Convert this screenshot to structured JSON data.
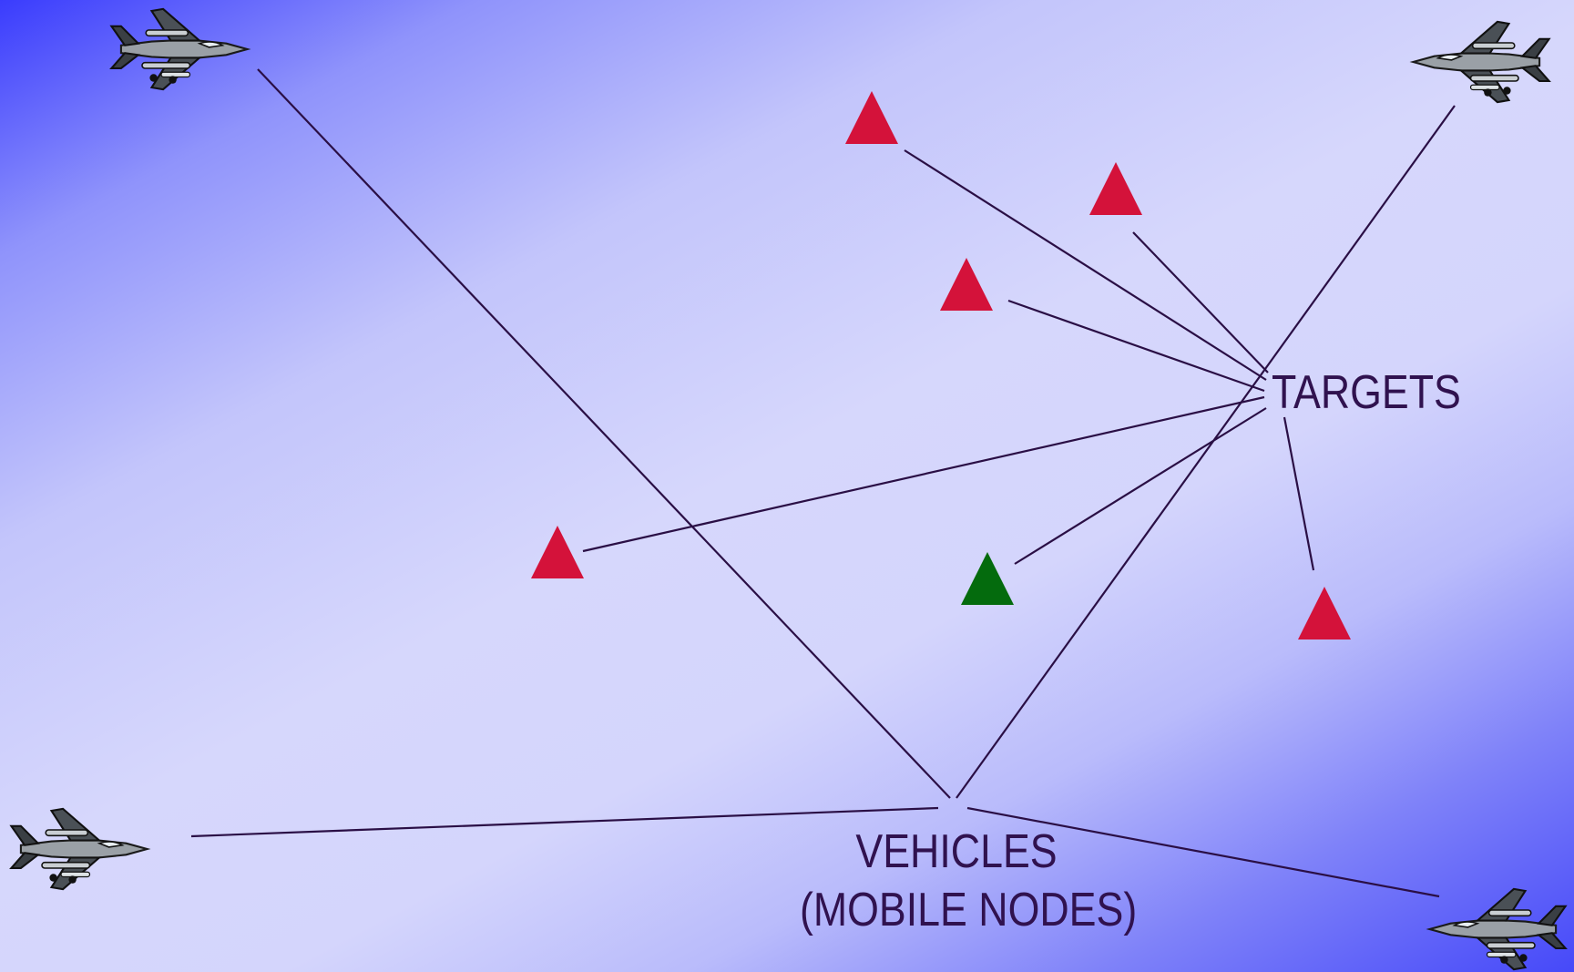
{
  "labels": {
    "targets": "TARGETS",
    "vehicles_line1": "VEHICLES",
    "vehicles_line2": "(MOBILE NODES)"
  },
  "colors": {
    "line": "#2a0f45",
    "target_red": "#d4123a",
    "target_green": "#046b0d",
    "text": "#30124f"
  },
  "icons": [
    "fighter-jet-icon",
    "triangle-target-icon"
  ]
}
